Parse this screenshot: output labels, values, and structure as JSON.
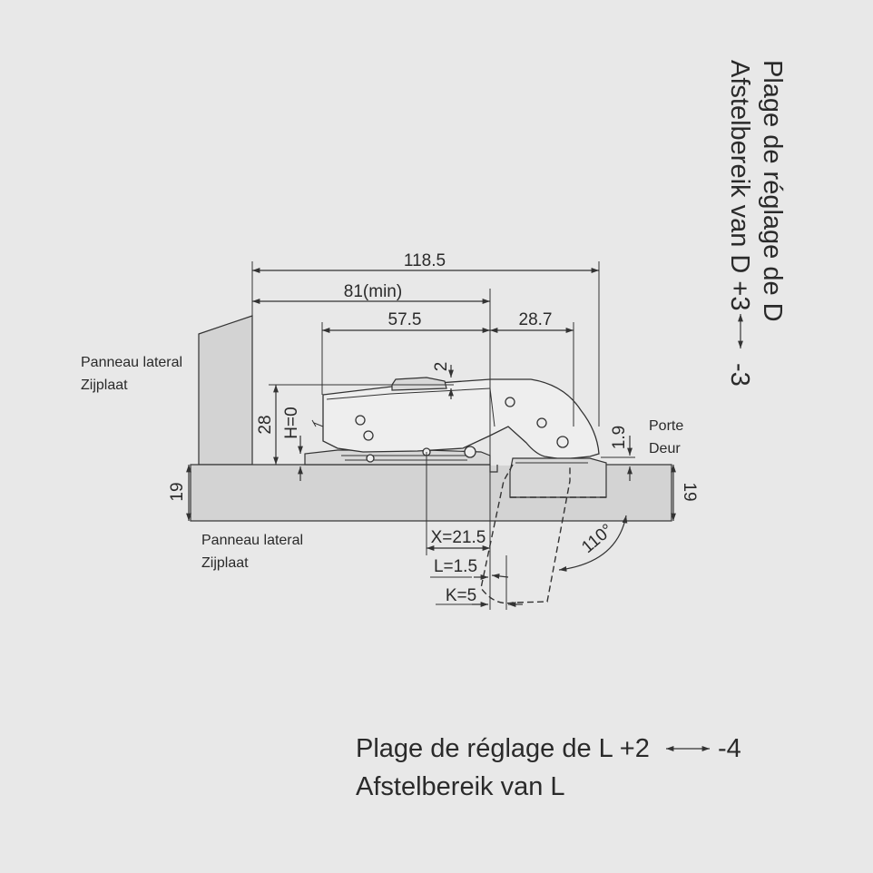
{
  "labels": {
    "side_panel_top": [
      "Panneau lateral",
      "Zijplaat"
    ],
    "side_panel_bottom": [
      "Panneau lateral",
      "Zijplaat"
    ],
    "door": [
      "Porte",
      "Deur"
    ]
  },
  "dimensions": {
    "overall": "118.5",
    "min": "81(min)",
    "cup": "57.5",
    "arm": "28.7",
    "gap": "2",
    "height": "28",
    "h": "H=0",
    "door_step": "1.9",
    "panel_left": "19",
    "panel_right": "19",
    "x": "X=21.5",
    "l": "L=1.5",
    "k": "K=5",
    "angle": "110°"
  },
  "adjust_d": {
    "line1": "Plage de réglage de D",
    "line2_prefix": "Afstelbereik van D +3",
    "line2_suffix": "-3"
  },
  "adjust_l": {
    "line1_prefix": "Plage de réglage de L +2",
    "line1_suffix": "-4",
    "line2": "Afstelbereik van L"
  }
}
